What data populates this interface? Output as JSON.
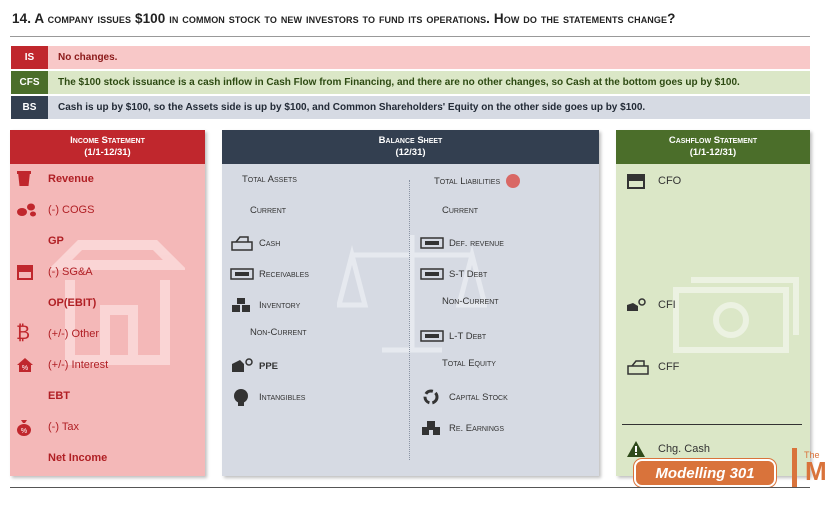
{
  "question": {
    "title": "14. A company issues $100 in common stock to new investors to fund its operations. How do the statements change?"
  },
  "summary_rows": [
    {
      "tag": "IS",
      "text": "No changes.",
      "tag_color": "#c0272d",
      "bg": "#f8c8c8"
    },
    {
      "tag": "CFS",
      "text": "The $100 stock issuance is a cash inflow in Cash Flow from Financing, and there are no other changes, so Cash at the bottom goes up by $100.",
      "tag_color": "#4b6e2a",
      "bg": "#dbe7c7"
    },
    {
      "tag": "BS",
      "text": "Cash is up by $100, so the Assets side is up by $100, and Common Shareholders' Equity on the other side goes up by $100.",
      "tag_color": "#333f50",
      "bg": "#d6dae3"
    }
  ],
  "income_statement": {
    "title": "Income Statement",
    "period": "(1/1-12/31)",
    "header_color": "#c0272d",
    "body_color": "#f4b8b8",
    "items": [
      {
        "label": "Revenue",
        "icon": "cup-icon",
        "bold": true
      },
      {
        "label": "(-) COGS",
        "icon": "beans-icon",
        "bold": false
      },
      {
        "label": "GP",
        "icon": "",
        "bold": true
      },
      {
        "label": "(-) SG&A",
        "icon": "store-icon",
        "bold": false
      },
      {
        "label": "OP(EBIT)",
        "icon": "",
        "bold": true
      },
      {
        "label": "(+/-) Other",
        "icon": "bitcoin-icon",
        "bold": false
      },
      {
        "label": "(+/-) Interest",
        "icon": "house-percent-icon",
        "bold": false
      },
      {
        "label": "EBT",
        "icon": "",
        "bold": true
      },
      {
        "label": "(-) Tax",
        "icon": "tax-bag-icon",
        "bold": false
      },
      {
        "label": "Net Income",
        "icon": "",
        "bold": true
      }
    ]
  },
  "balance_sheet": {
    "title": "Balance Sheet",
    "period": "(12/31)",
    "header_color": "#333f50",
    "body_color": "#d6dae3",
    "left": [
      {
        "label": "Total Assets",
        "icon": "",
        "bold": false
      },
      {
        "label": "Current",
        "icon": "",
        "bold": false
      },
      {
        "label": "Cash",
        "icon": "cash-register-icon",
        "bold": false
      },
      {
        "label": "Receivables",
        "icon": "bill-icon",
        "bold": false
      },
      {
        "label": "Inventory",
        "icon": "boxes-icon",
        "bold": false
      },
      {
        "label": "Non-Current",
        "icon": "",
        "bold": false
      },
      {
        "label": "PPE",
        "icon": "ppe-icon",
        "bold": true
      },
      {
        "label": "Intangibles",
        "icon": "brain-icon",
        "bold": false
      }
    ],
    "right": [
      {
        "label": "Total Liabilities",
        "icon": "",
        "bold": false
      },
      {
        "label": "Current",
        "icon": "",
        "bold": false
      },
      {
        "label": "Def. revenue",
        "icon": "bill-icon",
        "bold": false
      },
      {
        "label": "S-T Debt",
        "icon": "bill-icon",
        "bold": false
      },
      {
        "label": "Non-Current",
        "icon": "",
        "bold": false
      },
      {
        "label": "L-T Debt",
        "icon": "bill-icon",
        "bold": false
      },
      {
        "label": "Total Equity",
        "icon": "",
        "bold": false
      },
      {
        "label": "Capital Stock",
        "icon": "cycle-icon",
        "bold": false
      },
      {
        "label": "Re. Earnings",
        "icon": "building-icon",
        "bold": false
      }
    ]
  },
  "cashflow_statement": {
    "title": "Cashflow Statement",
    "period": "(1/1-12/31)",
    "header_color": "#4b6e2a",
    "body_color": "#dbe7c7",
    "items": [
      {
        "label": "CFO",
        "icon": "store-icon"
      },
      {
        "label": "CFI",
        "icon": "hand-coin-icon"
      },
      {
        "label": "CFF",
        "icon": "cash-register-icon"
      },
      {
        "label": "Chg. Cash",
        "icon": "warning-triangle-icon"
      }
    ]
  },
  "watermarks": {
    "income": "store-watermark-icon",
    "balance": "scale-watermark-icon",
    "cashflow": "banknote-watermark-icon"
  },
  "branding": {
    "badge": "Modelling 301",
    "logo_text": "The",
    "logo_letter": "M",
    "badge_color": "#d9733b"
  }
}
